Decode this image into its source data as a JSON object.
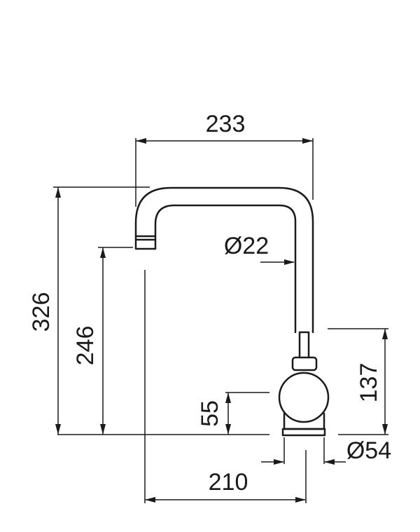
{
  "dimensions": {
    "spout_reach": "233",
    "total_height": "326",
    "outlet_height": "246",
    "pipe_diameter": "Ø22",
    "handle_height": "137",
    "base_height": "55",
    "base_diameter": "Ø54",
    "spout_projection": "210"
  }
}
